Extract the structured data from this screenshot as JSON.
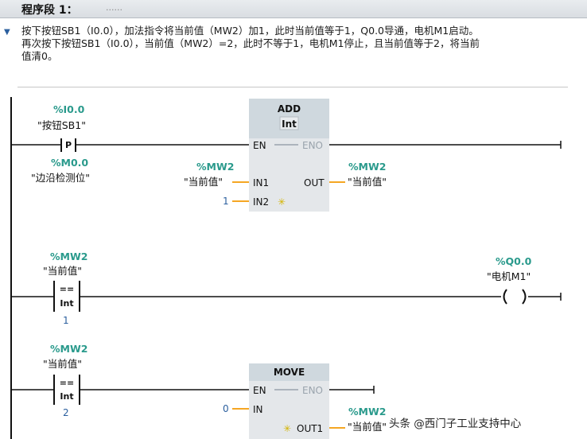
{
  "segment": {
    "title": "程序段 1：",
    "dots": "......"
  },
  "comment": {
    "arrow_icon": "expand-triangle",
    "line1": "按下按钮SB1（I0.0），加法指令将当前值（MW2）加1，此时当前值等于1，Q0.0导通，电机M1启动。",
    "line2": "再次按下按钮SB1（I0.0），当前值（MW2）=2，此时不等于1，电机M1停止，且当前值等于2，将当前",
    "line3": "值清0。"
  },
  "rung1": {
    "contact": {
      "addr": "%I0.0",
      "name": "\"按钮SB1\"",
      "symbol": "P",
      "edge_addr": "%M0.0",
      "edge_name": "\"边沿检测位\""
    },
    "add": {
      "title": "ADD",
      "type": "Int",
      "en": "EN",
      "eno": "ENO",
      "in1": "IN1",
      "in2": "IN2",
      "out": "OUT",
      "in1_addr": "%MW2",
      "in1_name": "\"当前值\"",
      "in2_value": "1",
      "out_addr": "%MW2",
      "out_name": "\"当前值\""
    }
  },
  "rung2": {
    "compare": {
      "addr": "%MW2",
      "name": "\"当前值\"",
      "op": "==",
      "type": "Int",
      "value": "1"
    },
    "coil": {
      "addr": "%Q0.0",
      "name": "\"电机M1\"",
      "symbol": "( )"
    }
  },
  "rung3": {
    "compare": {
      "addr": "%MW2",
      "name": "\"当前值\"",
      "op": "==",
      "type": "Int",
      "value": "2"
    },
    "move": {
      "title": "MOVE",
      "en": "EN",
      "eno": "ENO",
      "in": "IN",
      "out1": "OUT1",
      "in_value": "0",
      "out_addr": "%MW2",
      "out_name": "\"当前值\""
    }
  },
  "watermark": "头条 @西门子工业支持中心",
  "colors": {
    "address": "#2a9a8c",
    "block_header": "#cfd8de",
    "block_body": "#e4e7ea",
    "wire_accent": "#f5a623"
  }
}
